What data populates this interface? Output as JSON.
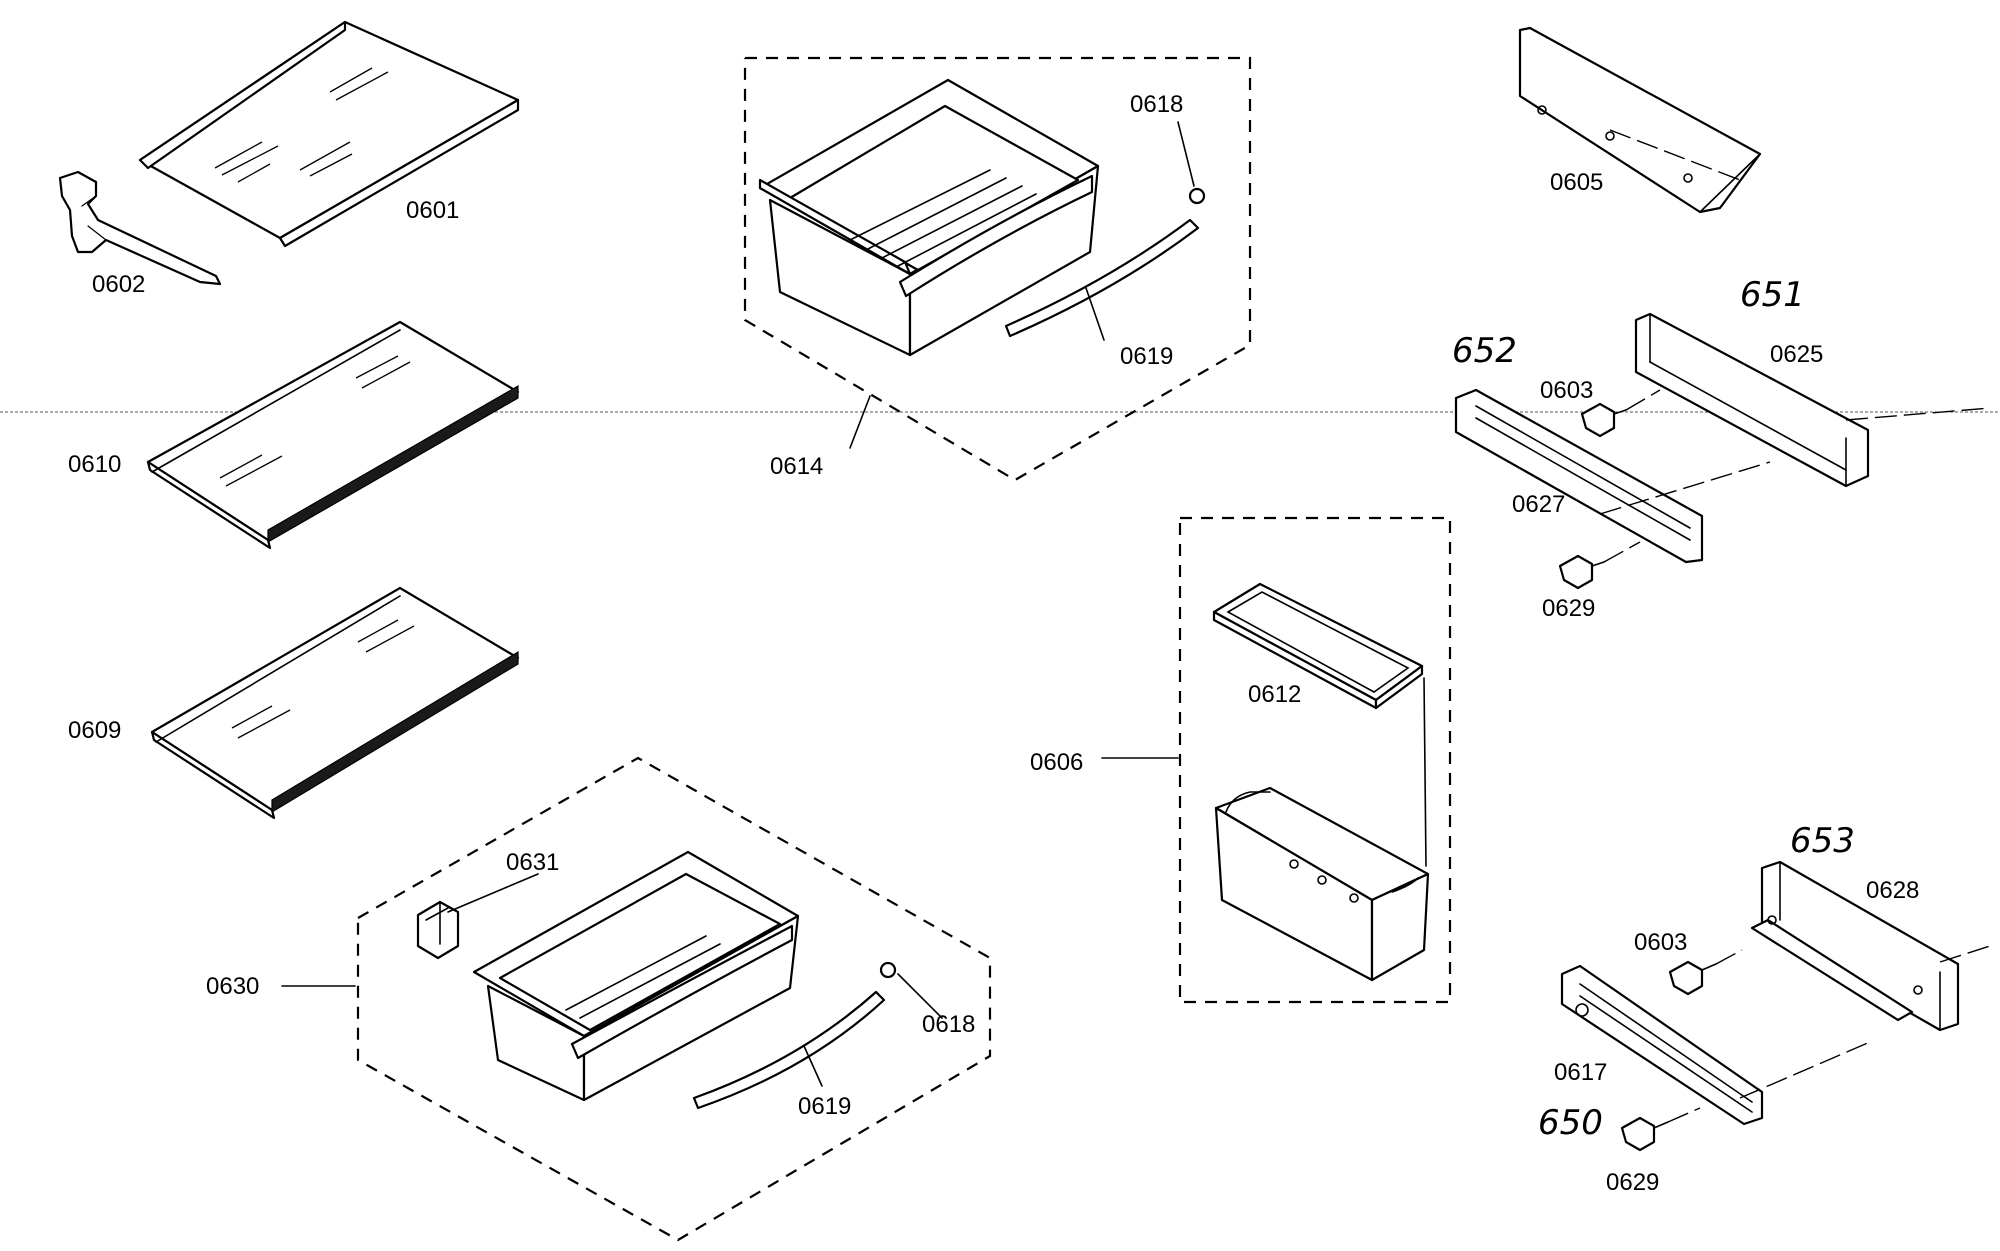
{
  "part_labels": {
    "p0601": "0601",
    "p0602": "0602",
    "p0610": "0610",
    "p0609": "0609",
    "p0614": "0614",
    "p0618_top": "0618",
    "p0619_top": "0619",
    "p0630": "0630",
    "p0631": "0631",
    "p0618_bottom": "0618",
    "p0619_bottom": "0619",
    "p0605": "0605",
    "p0625": "0625",
    "p0603_top": "0603",
    "p0627": "0627",
    "p0629_top": "0629",
    "p0606": "0606",
    "p0612": "0612",
    "p0628": "0628",
    "p0603_bottom": "0603",
    "p0617": "0617",
    "p0629_bottom": "0629"
  },
  "handwritten_labels": {
    "h651": "651",
    "h652": "652",
    "h653": "653",
    "h650": "650"
  }
}
